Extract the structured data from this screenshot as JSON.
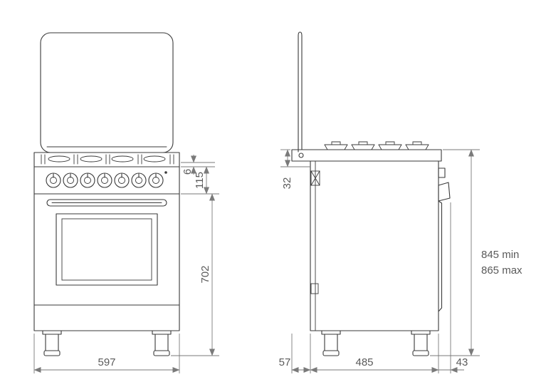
{
  "colors": {
    "line": "#3a3a3a",
    "dim": "#7a7a7a",
    "text": "#5a5a5a",
    "bg": "#ffffff"
  },
  "front_view": {
    "dims": {
      "hob_edge": "6",
      "control_panel": "115",
      "body_height": "702",
      "width": "597"
    }
  },
  "side_view": {
    "dims": {
      "hob_rim": "32",
      "overall_height_min": "845 min",
      "overall_height_max": "865 max",
      "rear_depth": "57",
      "body_depth": "485",
      "handle_depth": "43"
    }
  }
}
